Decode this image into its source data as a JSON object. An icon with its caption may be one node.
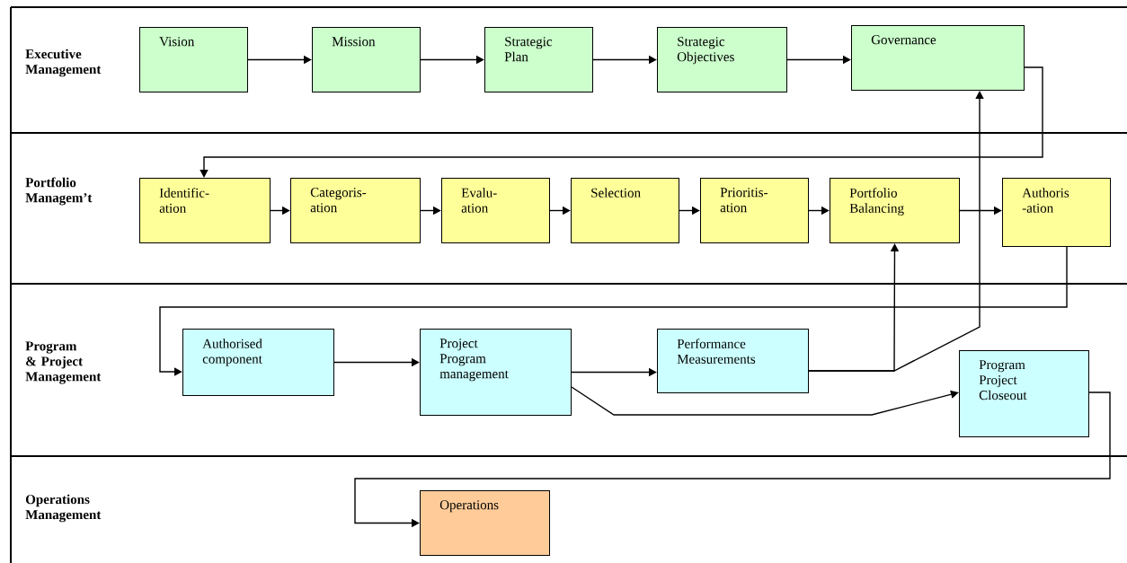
{
  "diagram": {
    "nodes": [
      {
        "text": [
          "Executive Management"
        ]
      },
      {
        "text": [
          "Vision"
        ],
        "in": 0
      },
      {
        "text": [
          "Mission"
        ],
        "in": 0
      },
      {
        "text": [
          "Strategic Plan"
        ],
        "in": 0
      },
      {
        "text": [
          "Strategic Objectives"
        ],
        "in": 0
      },
      {
        "text": [
          "Governance"
        ],
        "in": 0
      },
      {
        "text": [
          "Portfolio Managem’t"
        ]
      },
      {
        "text": [
          "Identific- ation"
        ],
        "in": 6
      },
      {
        "text": [
          "Categoris- ation"
        ],
        "in": 6
      },
      {
        "text": [
          "Evalu- ation"
        ],
        "in": 6
      },
      {
        "text": [
          "Selection"
        ],
        "in": 6
      },
      {
        "text": [
          "Prioritis- ation"
        ],
        "in": 6
      },
      {
        "text": [
          "Portfolio Balancing"
        ],
        "in": 6
      },
      {
        "text": [
          "Authoris -ation"
        ],
        "in": 6
      },
      {
        "text": [
          "Program & Project Management"
        ]
      },
      {
        "text": [
          "Authorised component"
        ],
        "in": 14
      },
      {
        "text": [
          "Project Program management"
        ],
        "in": 14
      },
      {
        "text": [
          "Performance Measurements"
        ],
        "in": 14
      },
      {
        "text": [
          "Program Project Closeout"
        ],
        "in": 14
      },
      {
        "text": [
          "Operations Management"
        ]
      },
      {
        "text": [
          "Operations"
        ],
        "in": 19
      }
    ],
    "edges": [
      {
        "from": 1,
        "to": 2,
        "arrow": "to"
      },
      {
        "from": 2,
        "to": 3,
        "arrow": "to"
      },
      {
        "from": 3,
        "to": 4,
        "arrow": "to"
      },
      {
        "from": 4,
        "to": 5,
        "arrow": "to"
      },
      {
        "from": 5,
        "to": 7,
        "arrow": "to"
      },
      {
        "from": 7,
        "to": 8,
        "arrow": "to"
      },
      {
        "from": 8,
        "to": 9,
        "arrow": "to"
      },
      {
        "from": 9,
        "to": 10,
        "arrow": "to"
      },
      {
        "from": 10,
        "to": 11,
        "arrow": "to"
      },
      {
        "from": 11,
        "to": 12,
        "arrow": "to"
      },
      {
        "from": 12,
        "to": 13,
        "arrow": "to"
      },
      {
        "from": 13,
        "to": 15,
        "arrow": "to"
      },
      {
        "from": 15,
        "to": 16,
        "arrow": "to"
      },
      {
        "from": 16,
        "to": 17,
        "arrow": "to"
      },
      {
        "from": 17,
        "to": 12,
        "arrow": "to"
      },
      {
        "from": 17,
        "to": 5,
        "arrow": "to"
      },
      {
        "from": 16,
        "to": 18,
        "arrow": "to"
      },
      {
        "from": 18,
        "to": 20,
        "arrow": "to"
      }
    ]
  }
}
